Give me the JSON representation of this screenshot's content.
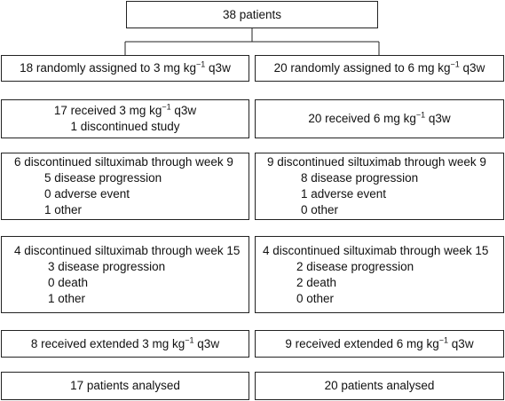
{
  "top": {
    "text": "38 patients"
  },
  "left": {
    "assigned": {
      "pre": "18 randomly assigned to 3 mg kg",
      "sup": "−1",
      "post": " q3w"
    },
    "received": {
      "line1": {
        "pre": "17 received 3 mg kg",
        "sup": "−1",
        "post": " q3w"
      },
      "line2": "1 discontinued study"
    },
    "week9": {
      "heading": "6 discontinued siltuximab through week 9",
      "items": [
        "5 disease progression",
        "0 adverse event",
        "1 other"
      ]
    },
    "week15": {
      "heading": "4 discontinued siltuximab through week 15",
      "items": [
        "3 disease progression",
        "0 death",
        "1 other"
      ]
    },
    "extended": {
      "pre": "8 received extended 3 mg kg",
      "sup": "−1",
      "post": " q3w"
    },
    "analysed": "17 patients analysed"
  },
  "right": {
    "assigned": {
      "pre": "20 randomly assigned to 6 mg kg",
      "sup": "−1",
      "post": " q3w"
    },
    "received": {
      "line1": {
        "pre": "20 received 6 mg kg",
        "sup": "−1",
        "post": " q3w"
      }
    },
    "week9": {
      "heading": "9 discontinued siltuximab through week 9",
      "items": [
        "8 disease progression",
        "1 adverse event",
        "0 other"
      ]
    },
    "week15": {
      "heading": "4 discontinued siltuximab through week 15",
      "items": [
        "2 disease progression",
        "2 death",
        "0 other"
      ]
    },
    "extended": {
      "pre": "9 received extended 6 mg kg",
      "sup": "−1",
      "post": " q3w"
    },
    "analysed": "20 patients analysed"
  }
}
